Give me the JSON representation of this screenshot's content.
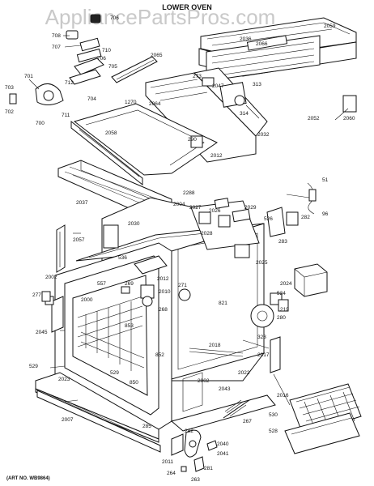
{
  "title": "LOWER OVEN",
  "watermark": "AppliancePartsPros.com",
  "art_number": "(ART NO. WB9864)",
  "labels": [
    "708",
    "706",
    "707",
    "710",
    "706",
    "705",
    "703",
    "701",
    "712",
    "704",
    "702",
    "700",
    "711",
    "2065",
    "1270",
    "2059",
    "2036",
    "2066",
    "273",
    "2047",
    "313",
    "2064",
    "314",
    "2052",
    "2060",
    "2032",
    "2058",
    "290",
    "2012",
    "2037",
    "2288",
    "2004",
    "51",
    "96",
    "2027",
    "2026",
    "2029",
    "526",
    "282",
    "2030",
    "283",
    "2057",
    "2028",
    "536",
    "2025",
    "2002",
    "557",
    "2012",
    "269",
    "2010",
    "271",
    "2024",
    "219",
    "277",
    "2000",
    "268",
    "821",
    "524",
    "280",
    "2045",
    "853",
    "2018",
    "323",
    "852",
    "2017",
    "529",
    "529",
    "850",
    "2002",
    "2022",
    "2023",
    "2043",
    "2016",
    "2007",
    "267",
    "530",
    "528",
    "285",
    "282",
    "2040",
    "2041",
    "2011",
    "264",
    "281",
    "263"
  ]
}
